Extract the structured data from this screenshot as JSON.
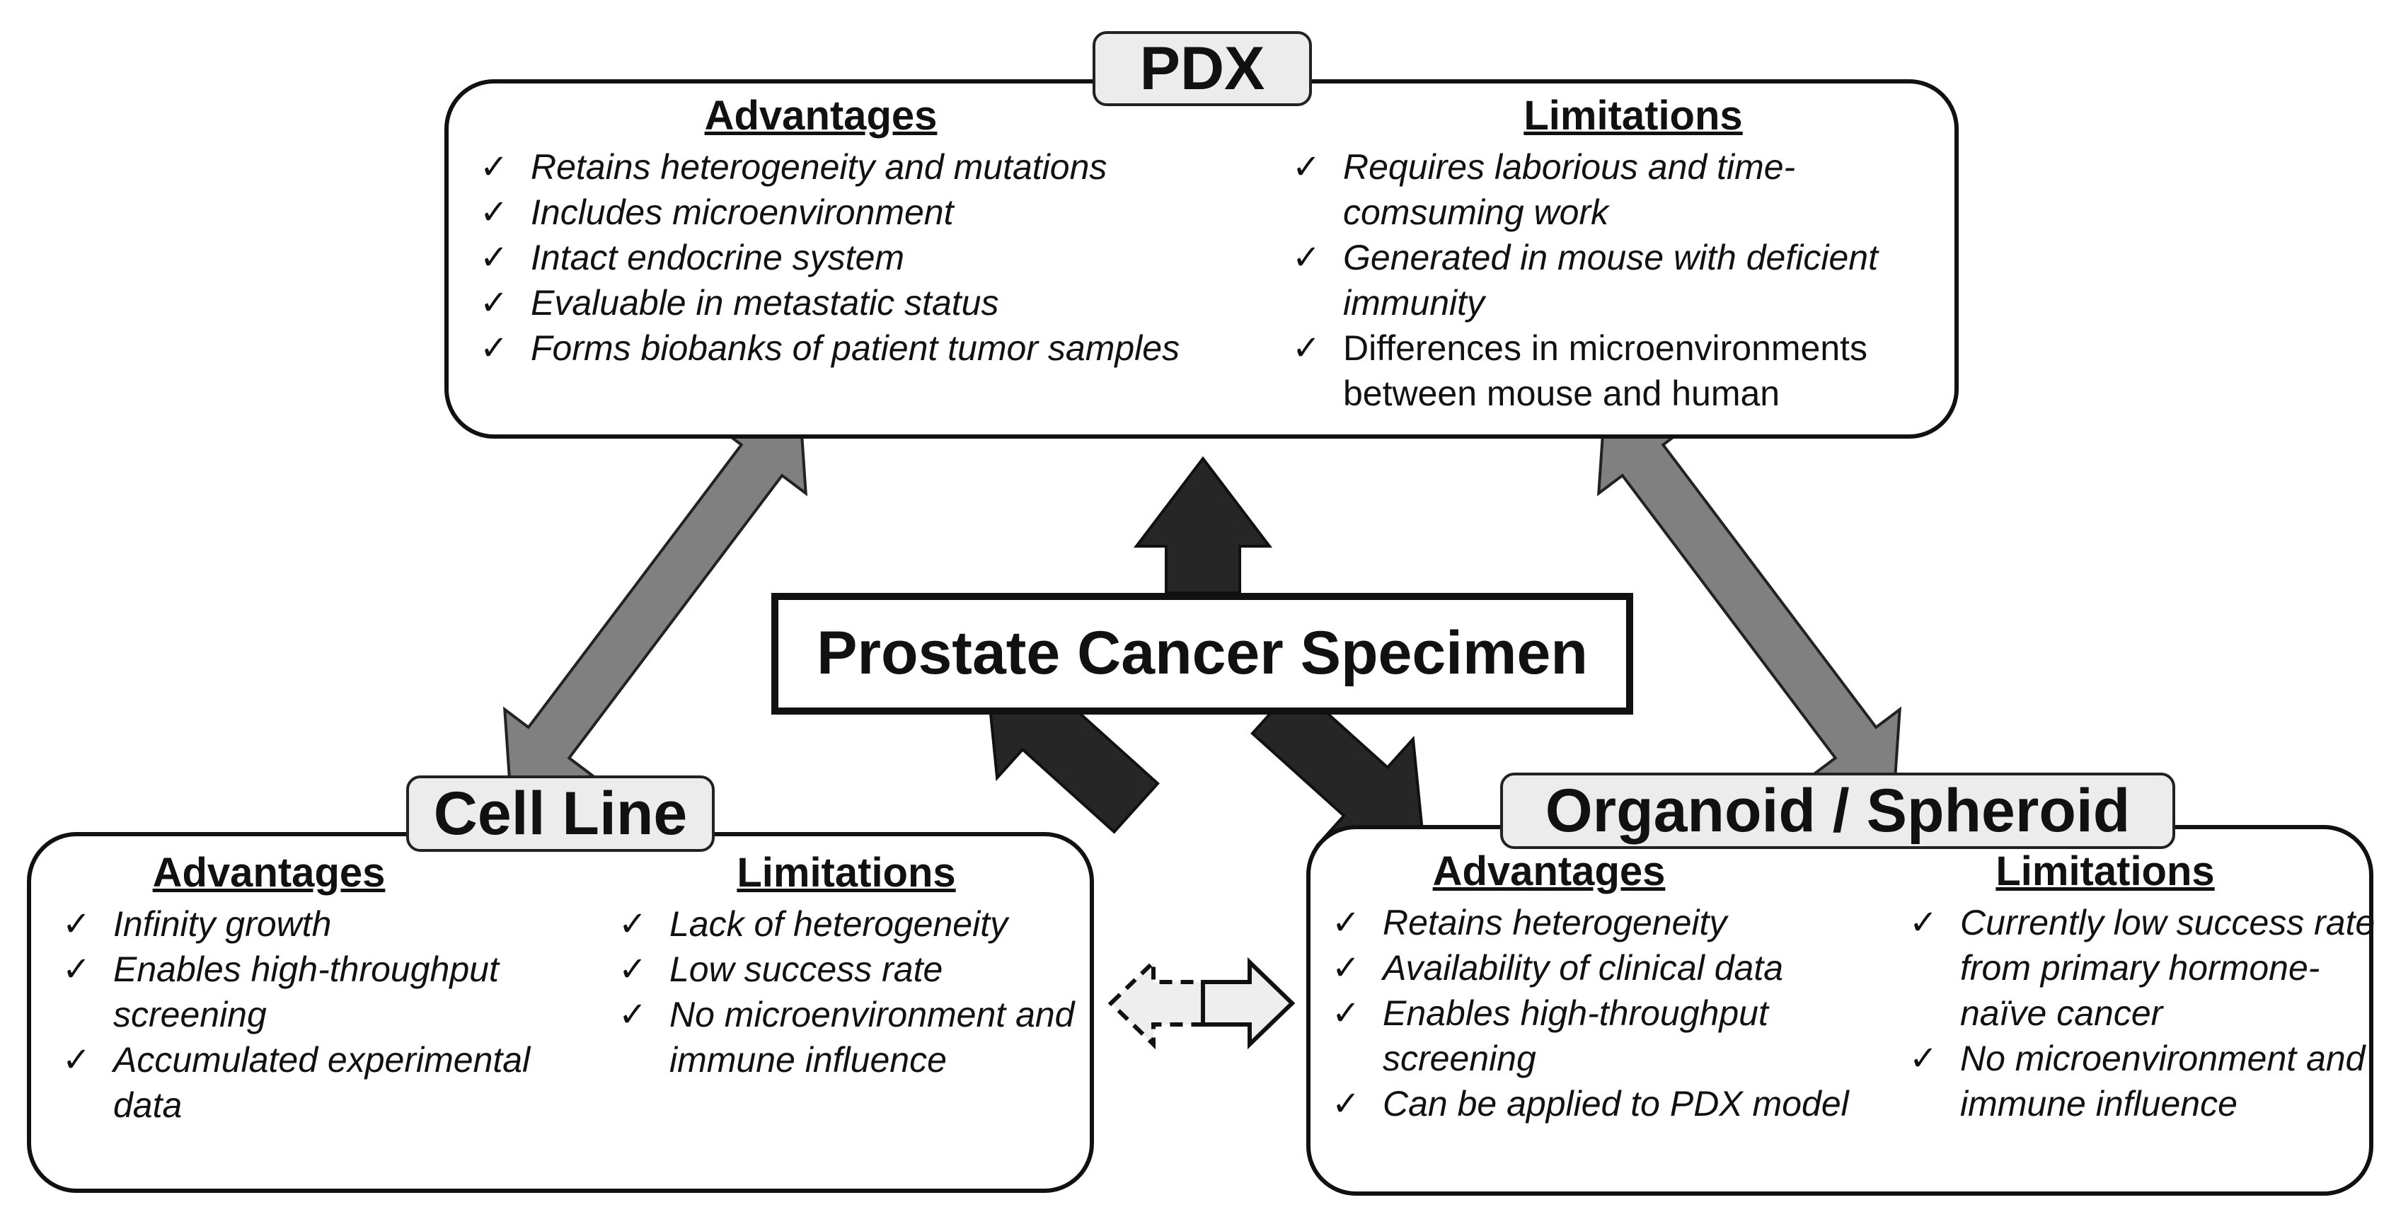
{
  "center": {
    "label": "Prostate Cancer Specimen"
  },
  "pdx": {
    "title": "PDX",
    "advantages": {
      "heading": "Advantages",
      "items": [
        "Retains heterogeneity and  mutations",
        "Includes microenvironment",
        "Intact endocrine system",
        "Evaluable in metastatic status",
        "Forms biobanks of patient tumor samples"
      ]
    },
    "limitations": {
      "heading": "Limitations",
      "items": [
        "Requires laborious and time-comsuming work",
        "Generated in mouse with deficient immunity",
        "Differences  in microenvironments between mouse and human"
      ]
    }
  },
  "cell_line": {
    "title": "Cell Line",
    "advantages": {
      "heading": "Advantages",
      "items": [
        "Infinity growth",
        "Enables high-throughput screening",
        "Accumulated experimental data"
      ]
    },
    "limitations": {
      "heading": "Limitations",
      "items": [
        "Lack of heterogeneity",
        "Low success rate",
        "No microenvironment and immune influence"
      ]
    }
  },
  "organoid": {
    "title": "Organoid / Spheroid",
    "advantages": {
      "heading": "Advantages",
      "items": [
        "Retains heterogeneity",
        "Availability of clinical data",
        "Enables high-throughput screening",
        "Can be applied to PDX model"
      ]
    },
    "limitations": {
      "heading": "Limitations",
      "items": [
        "Currently low success rate from primary hormone-naïve cancer",
        "No microenvironment and immune influence"
      ]
    }
  },
  "icons": {
    "check": "check-mark-icon"
  },
  "colors": {
    "outline": "#111111",
    "gray_arrow": "#808080",
    "dark_arrow": "#262626",
    "title_fill": "#ececec",
    "dashed_arrow_fill": "#eeeeee"
  }
}
